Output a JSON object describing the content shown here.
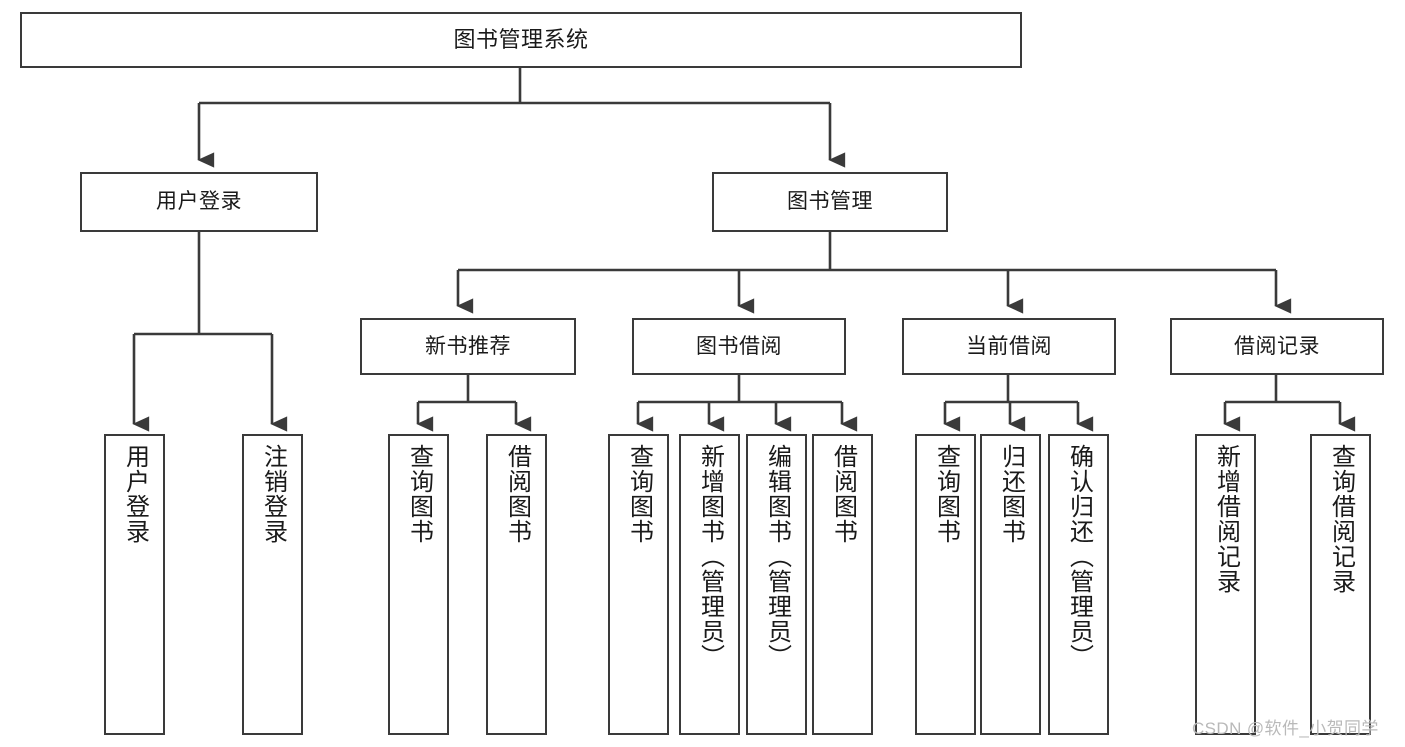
{
  "diagram": {
    "title": "图书管理系统",
    "type": "tree-hierarchy",
    "root": {
      "label": "图书管理系统",
      "children": [
        {
          "label": "用户登录",
          "children": [
            {
              "label": "用户登录"
            },
            {
              "label": "注销登录"
            }
          ]
        },
        {
          "label": "图书管理",
          "children": [
            {
              "label": "新书推荐",
              "children": [
                {
                  "label": "查询图书"
                },
                {
                  "label": "借阅图书"
                }
              ]
            },
            {
              "label": "图书借阅",
              "children": [
                {
                  "label": "查询图书"
                },
                {
                  "label": "新增图书（管理员）"
                },
                {
                  "label": "编辑图书（管理员）"
                },
                {
                  "label": "借阅图书"
                }
              ]
            },
            {
              "label": "当前借阅",
              "children": [
                {
                  "label": "查询图书"
                },
                {
                  "label": "归还图书"
                },
                {
                  "label": "确认归还（管理员）"
                }
              ]
            },
            {
              "label": "借阅记录",
              "children": [
                {
                  "label": "新增借阅记录"
                },
                {
                  "label": "查询借阅记录"
                }
              ]
            }
          ]
        }
      ]
    }
  },
  "nodes": {
    "root": "图书管理系统",
    "user_login": "用户登录",
    "book_manage": "图书管理",
    "new_book_rec": "新书推荐",
    "book_borrow": "图书借阅",
    "current_borrow": "当前借阅",
    "borrow_record": "借阅记录",
    "leaf_user_login": "用户登录",
    "leaf_logout": "注销登录",
    "leaf_query_book_1": "查询图书",
    "leaf_borrow_book_1": "借阅图书",
    "leaf_query_book_2": "查询图书",
    "leaf_add_book": "新增图书（管理员）",
    "leaf_edit_book": "编辑图书（管理员）",
    "leaf_borrow_book_2": "借阅图书",
    "leaf_query_book_3": "查询图书",
    "leaf_return_book": "归还图书",
    "leaf_confirm_return": "确认归还（管理员）",
    "leaf_add_record": "新增借阅记录",
    "leaf_query_record": "查询借阅记录"
  },
  "watermark": {
    "text": "CSDN @软件_小贺同学"
  },
  "colors": {
    "border": "#3a3a3a",
    "background": "#ffffff",
    "text": "#1a1a1a",
    "watermark": "#b9b9b9"
  }
}
